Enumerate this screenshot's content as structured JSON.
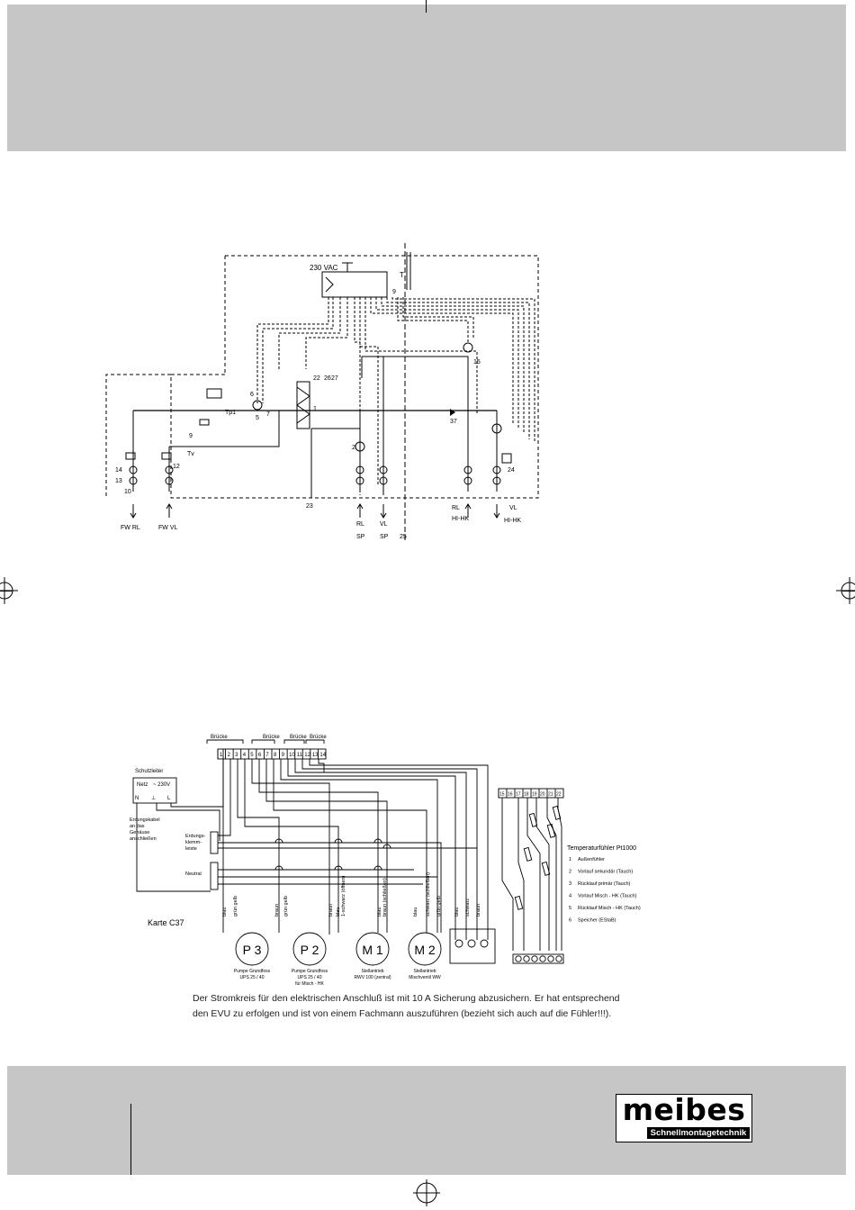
{
  "hydraulic": {
    "supply_label": "230 VAC",
    "tag_T": "T",
    "item_labels": [
      "1",
      "2",
      "5",
      "6",
      "7",
      "9",
      "10",
      "12",
      "13",
      "14",
      "15",
      "22",
      "23",
      "24",
      "25",
      "26",
      "27",
      "37"
    ],
    "temp_labels": [
      "Tp1",
      "Tv"
    ],
    "port_labels": {
      "fw_rl": "FW RL",
      "fw_vl": "FW VL",
      "rl": "RL",
      "vl": "VL",
      "sp_a": "SP",
      "sp_b": "SP",
      "hk_rl": "RL",
      "hk_vl": "VL",
      "hk_a": "HI-HK",
      "hk_b": "HI-HK"
    }
  },
  "electric": {
    "header_labels": [
      "Brücke",
      "Brücke",
      "Brücke",
      "Brücke"
    ],
    "terminals": [
      "1",
      "2",
      "3",
      "4",
      "5",
      "6",
      "7",
      "8",
      "9",
      "10",
      "11",
      "12",
      "13",
      "14"
    ],
    "sensor_terminals": [
      "15",
      "16",
      "17",
      "18",
      "19",
      "20",
      "21",
      "22"
    ],
    "switch_title": "Schutzleiter",
    "netz_label": "Netz",
    "voltage_label": "~ 230V",
    "nl_labels": [
      "N",
      "⊥",
      "L"
    ],
    "earth_note": [
      "Erdungskabel",
      "an das",
      "Gehäuse",
      "anschließen"
    ],
    "earth_strip": [
      "Erdungs-",
      "klemm-",
      "leiste"
    ],
    "neutral_label": "Neutral",
    "card_label": "Karte C37",
    "wire_labels": [
      "blau",
      "grün gelb",
      "braun",
      "grün gelb",
      "braun",
      "blau",
      "1-schwarz (öffnen)",
      "blau",
      "braun (schließen)",
      "blau",
      "schwarz (schließen)",
      "grün gelb",
      "blau",
      "schwarz",
      "braun"
    ],
    "devices": [
      {
        "symbol": "P 3",
        "line1": "Pumpe Grundfoss",
        "line2": "UPS 25 / 40",
        "line3": ""
      },
      {
        "symbol": "P 2",
        "line1": "Pumpe Grundfoss",
        "line2": "UPS 25 / 40",
        "line3": "für Misch - HK"
      },
      {
        "symbol": "M 1",
        "line1": "Stellantrieb",
        "line2": "RWV 100 (zentral)",
        "line3": ""
      },
      {
        "symbol": "M 2",
        "line1": "Stellantrieb",
        "line2": "Mischventil WW",
        "line3": ""
      }
    ],
    "sensor_title": "Temperaturfühler Pt1000",
    "sensors": [
      {
        "no": "1",
        "text": "Außenfühler"
      },
      {
        "no": "2",
        "text": "Vorlauf sekundär (Tauch)"
      },
      {
        "no": "3",
        "text": "Rücklauf primär (Tauch)"
      },
      {
        "no": "4",
        "text": "Vorlauf Misch - HK (Tauch)"
      },
      {
        "no": "5",
        "text": "Rücklauf Misch - HK (Tauch)"
      },
      {
        "no": "6",
        "text": "Speicher (EStaB)"
      }
    ]
  },
  "note": {
    "line1": "Der Stromkreis für den elektrischen Anschluß ist mit 10 A Sicherung abzusichern. Er hat entsprechend",
    "line2": "den EVU zu erfolgen und ist von einem Fachmann auszuführen (bezieht sich auch auf die Fühler!!!)."
  },
  "logo": {
    "word": "meibes",
    "sub": "Schnellmontagetechnik"
  }
}
